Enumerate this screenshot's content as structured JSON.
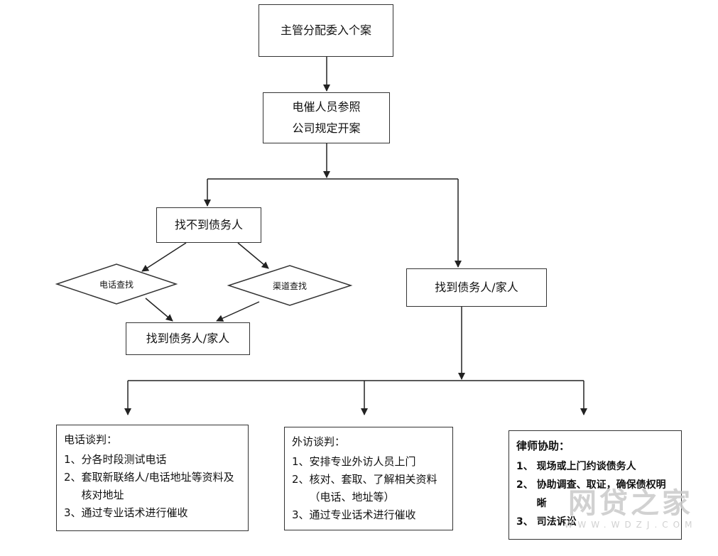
{
  "nodes": {
    "assign": "主管分配委入个案",
    "open_case_line1": "电催人员参照",
    "open_case_line2": "公司规定开案",
    "not_found": "找不到债务人",
    "phone_search": "电话查找",
    "channel_search": "渠道查找",
    "found_left": "找到债务人/家人",
    "found_right": "找到债务人/家人"
  },
  "panels": {
    "phone": {
      "title": "电话谈判：",
      "items": [
        {
          "num": "1、",
          "text": "分各时段测试电话"
        },
        {
          "num": "2、",
          "text": "套取新联络人/电话地址等资料及核对地址"
        },
        {
          "num": "3、",
          "text": "通过专业话术进行催收"
        }
      ]
    },
    "visit": {
      "title": "外访谈判：",
      "items": [
        {
          "num": "1、",
          "text": "安排专业外访人员上门"
        },
        {
          "num": "2、",
          "text": "核对、套取、了解相关资料（电话、地址等）"
        },
        {
          "num": "3、",
          "text": "通过专业话术进行催收"
        }
      ]
    },
    "lawyer": {
      "title": "律师协助：",
      "items": [
        {
          "num": "1、 ",
          "text": "现场或上门约谈债务人"
        },
        {
          "num": "2、 ",
          "text": "协助调查、取证，确保债权明晰"
        },
        {
          "num": "3、 ",
          "text": "司法诉讼"
        }
      ]
    }
  },
  "watermark": {
    "main": "网贷之家",
    "sub": "WWW.WDZJ.COM"
  },
  "colors": {
    "line": "#222222",
    "border": "#333333",
    "watermark": "#c9c9c9"
  }
}
